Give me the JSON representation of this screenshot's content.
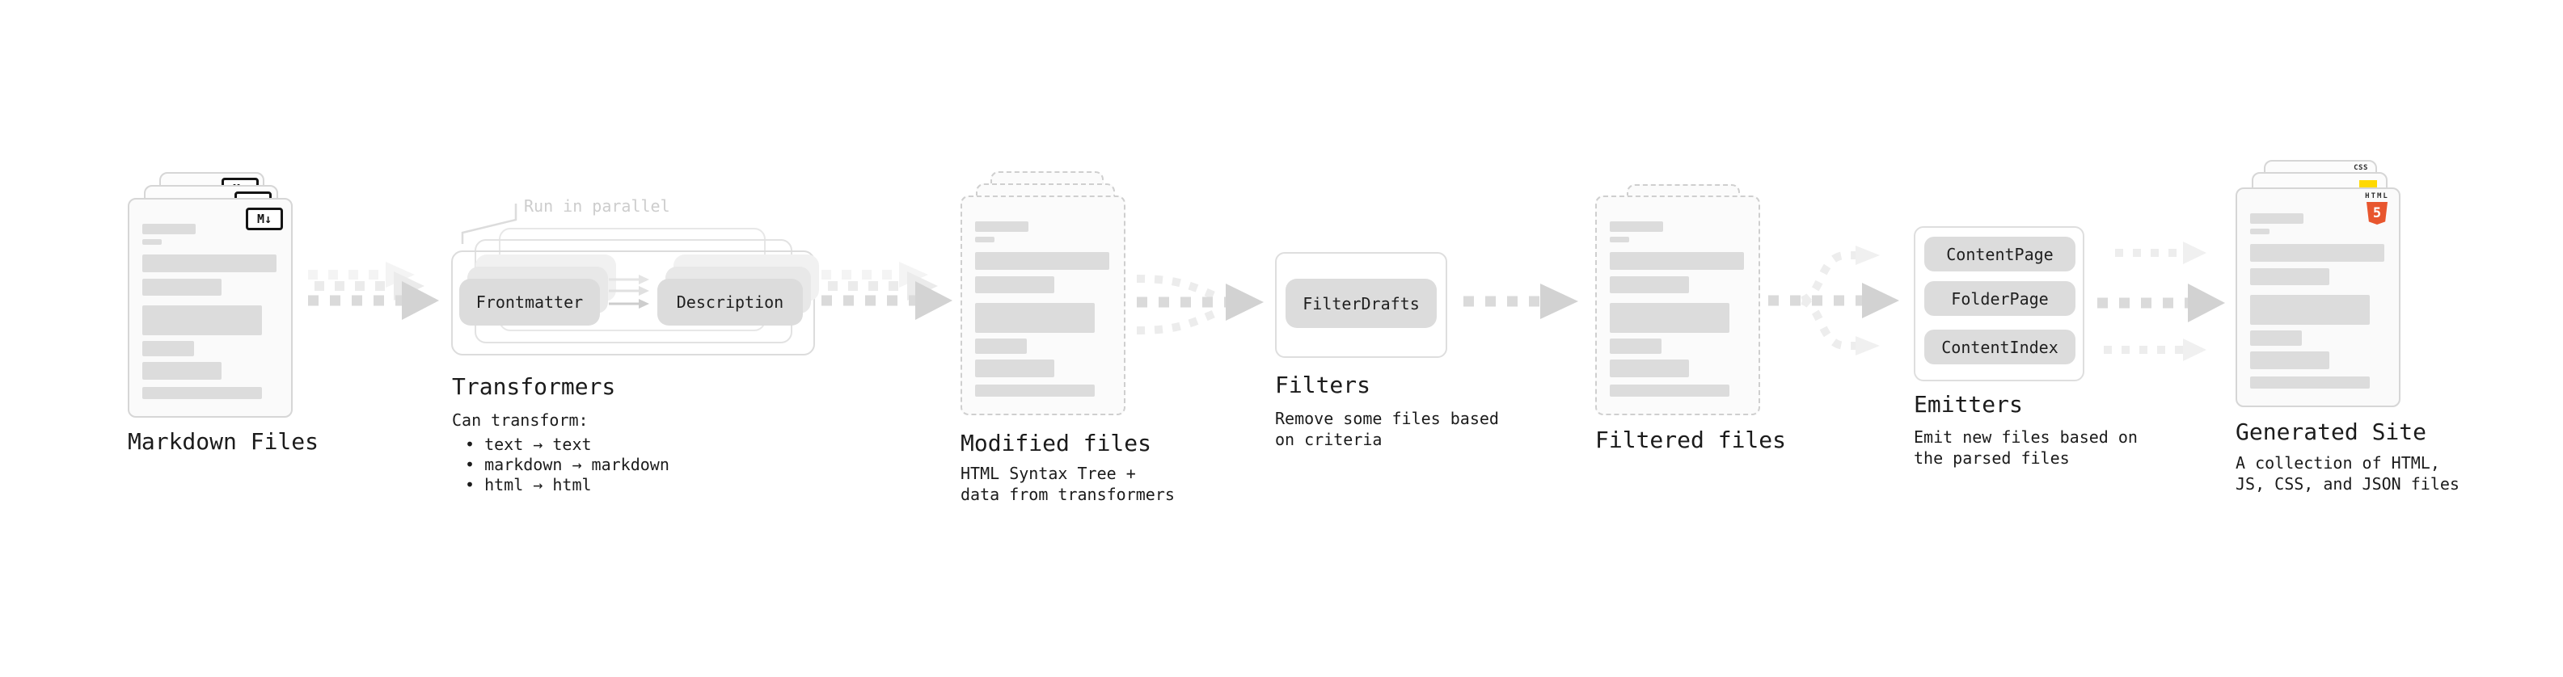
{
  "markdown_files": {
    "label": "Markdown Files",
    "badge": "M↓"
  },
  "transformers": {
    "annotation": "Run in parallel",
    "input_pill": "Frontmatter",
    "output_pill": "Description",
    "label": "Transformers",
    "caption_heading": "Can transform:",
    "bullets": [
      "• text → text",
      "• markdown → markdown",
      "• html → html"
    ]
  },
  "modified_files": {
    "label": "Modified files",
    "caption": "HTML Syntax Tree +\ndata from transformers"
  },
  "filters": {
    "pill": "FilterDrafts",
    "label": "Filters",
    "caption": "Remove some files based\non criteria"
  },
  "filtered_files": {
    "label": "Filtered files"
  },
  "emitters": {
    "pills": [
      "ContentPage",
      "FolderPage",
      "ContentIndex"
    ],
    "label": "Emitters",
    "caption": "Emit new files based on\nthe parsed files"
  },
  "generated_site": {
    "label": "Generated Site",
    "caption": "A collection of HTML,\nJS, CSS, and JSON files",
    "css_badge": "CSS",
    "html_badge_word": "HTML",
    "html_badge_number": "5"
  },
  "colors": {
    "html5_orange": "#e8562e",
    "js_yellow": "#ffd900",
    "css_blue": "#2b66f6",
    "pill_grey": "#dcdcdc",
    "arrow_grey": "#d3d3d3",
    "text_dark": "#1b1b1b",
    "annotation_grey": "#cdcdcd"
  }
}
